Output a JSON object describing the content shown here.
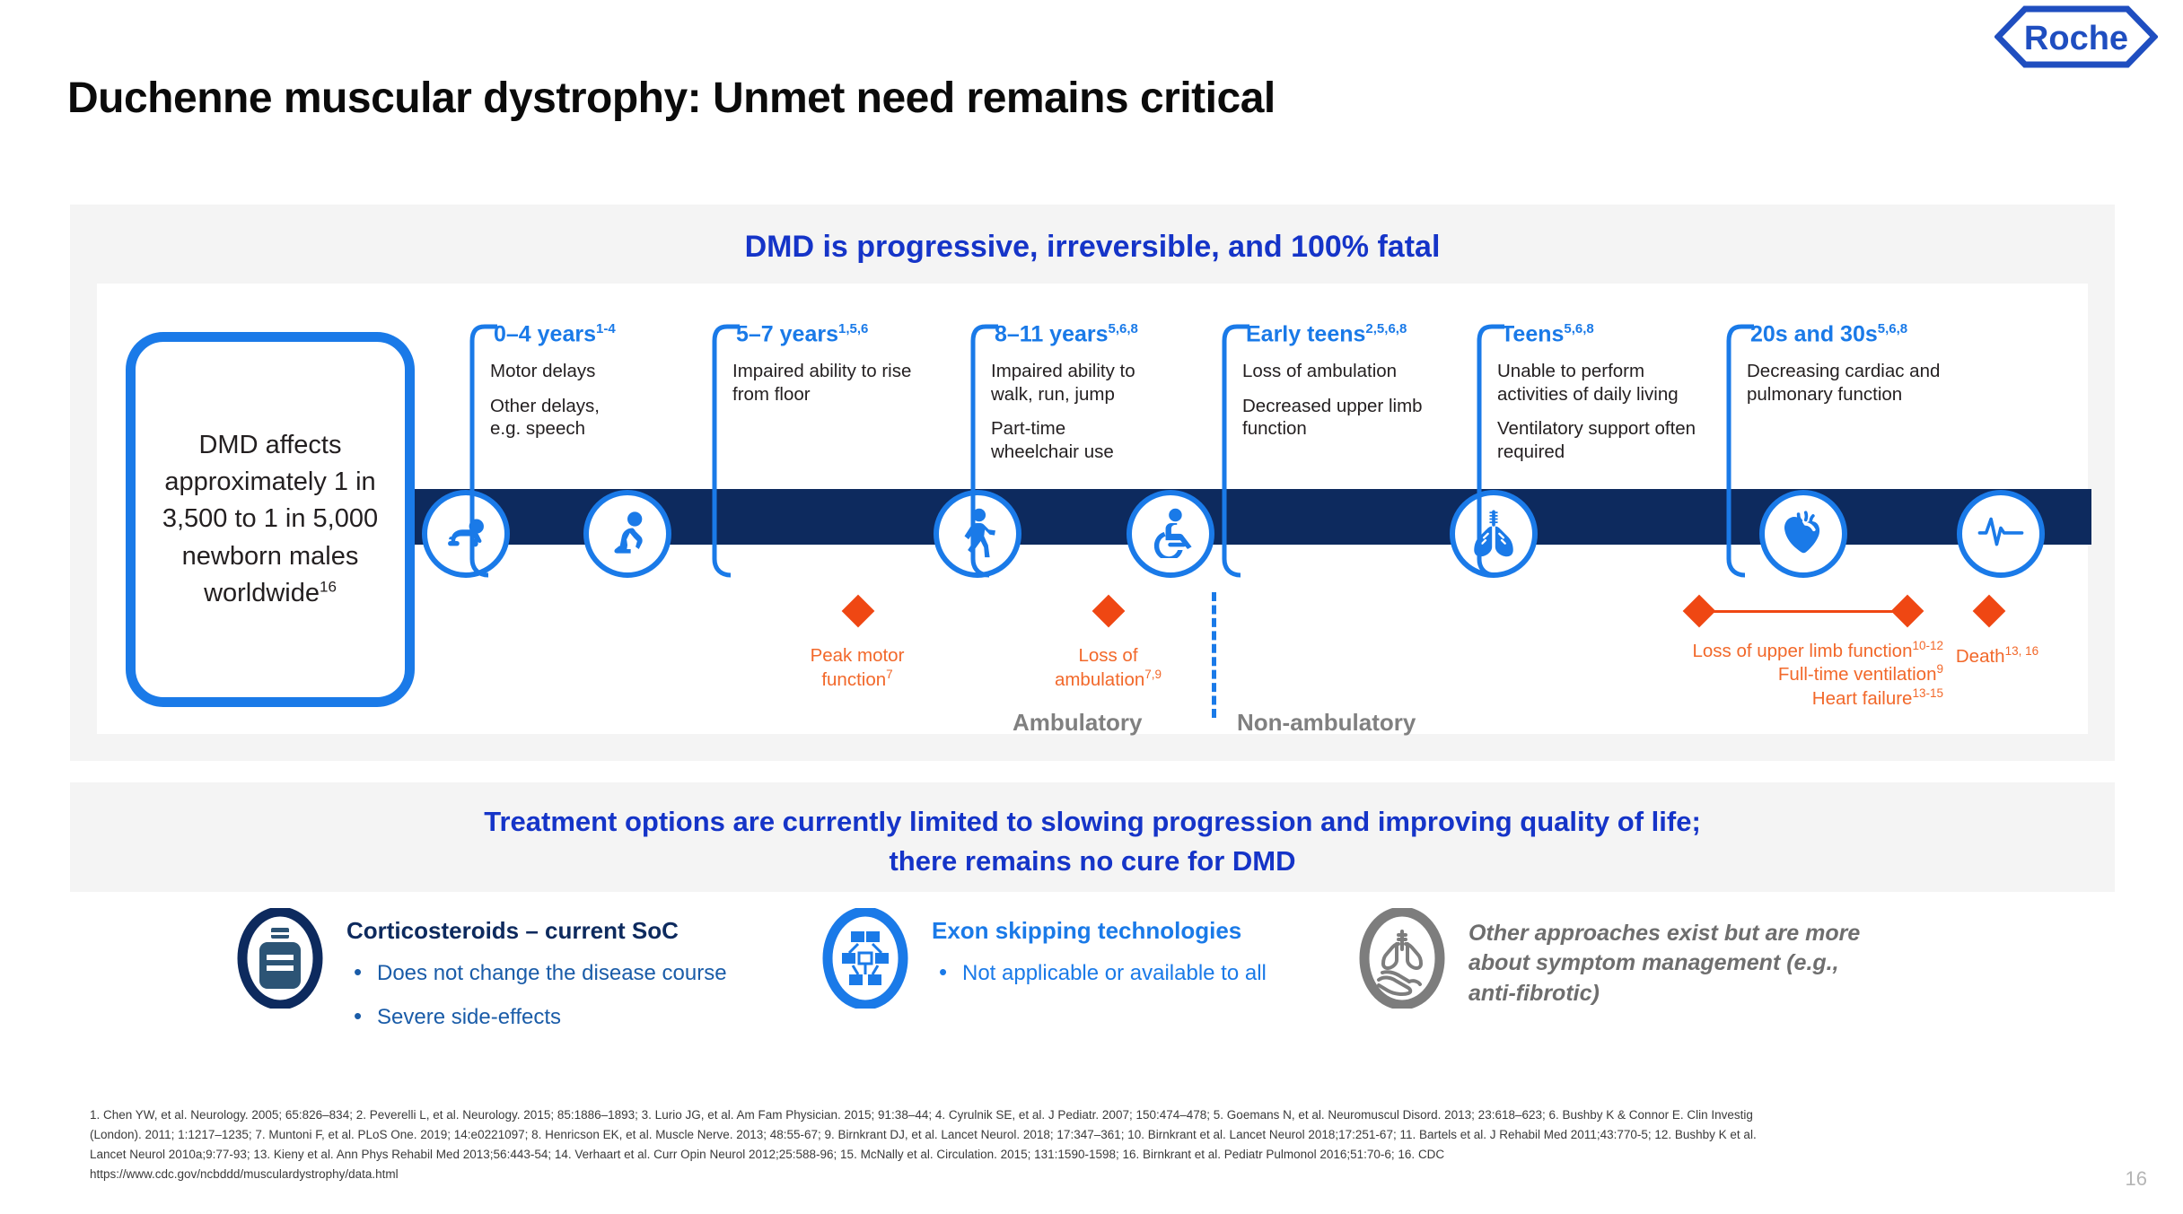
{
  "brand": {
    "logo_text": "Roche",
    "logo_color": "#1f4ec0",
    "accent_blue": "#1a7ae8",
    "heading_blue": "#1534c8",
    "rail_navy": "#0d2a5e",
    "marker_orange": "#ef4713",
    "label_orange": "#f2682a",
    "grey": "#6e6e6e"
  },
  "title": "Duchenne muscular dystrophy: Unmet need remains critical",
  "page_number": "16",
  "progression": {
    "heading": "DMD is progressive, irreversible, and 100% fatal",
    "prevalence": {
      "text": "DMD affects approximately 1 in 3,500 to 1 in 5,000 newborn males worldwide",
      "superscript": "16"
    },
    "stages": [
      {
        "label": "0–4 years",
        "refs": "1-4",
        "icon": "crawling-baby-icon",
        "bullets": [
          "Motor delays",
          "Other delays,\ne.g. speech"
        ]
      },
      {
        "label": "5–7 years",
        "refs": "1,5,6",
        "icon": "kneeling-child-icon",
        "bullets": [
          "Impaired ability to rise from floor"
        ]
      },
      {
        "label": "8–11 years",
        "refs": "5,6,8",
        "icon": "walking-person-icon",
        "bullets": [
          "Impaired ability to walk, run, jump",
          "Part-time wheelchair use"
        ]
      },
      {
        "label": "Early teens",
        "refs": "2,5,6,8",
        "icon": "wheelchair-icon",
        "bullets": [
          "Loss of ambulation",
          "Decreased upper limb function"
        ]
      },
      {
        "label": "Teens",
        "refs": "5,6,8",
        "icon": "lungs-icon",
        "bullets": [
          "Unable to perform activities of daily living",
          "Ventilatory support often required"
        ]
      },
      {
        "label": "20s and 30s",
        "refs": "5,6,8",
        "icon": "heart-icon",
        "bullets": [
          "Decreasing cardiac and pulmonary function"
        ]
      },
      {
        "label": "",
        "refs": "",
        "icon": "ecg-flatline-icon",
        "bullets": []
      }
    ],
    "events": [
      {
        "text": "Peak motor function",
        "refs": "7"
      },
      {
        "text": "Loss of ambulation",
        "refs": "7,9"
      },
      {
        "text": "Loss of upper limb function",
        "refs": "10-12"
      },
      {
        "text": "Full-time ventilation",
        "refs": "9"
      },
      {
        "text": "Heart failure",
        "refs": "13-15"
      },
      {
        "text": "Death",
        "refs": "13, 16"
      }
    ],
    "phases": {
      "ambulatory": "Ambulatory",
      "non_ambulatory": "Non-ambulatory"
    }
  },
  "treatment": {
    "heading_line1": "Treatment options are currently limited to slowing progression and improving quality of life;",
    "heading_line2": "there remains no cure for DMD",
    "options": [
      {
        "title": "Corticosteroids – current SoC",
        "icon": "medicine-bottle-icon",
        "bullets": [
          "Does not change the disease course",
          "Severe side-effects"
        ]
      },
      {
        "title": "Exon skipping technologies",
        "icon": "molecule-network-icon",
        "bullets": [
          "Not applicable or available to all"
        ]
      },
      {
        "title": "",
        "icon": "lungs-in-hand-icon",
        "statement": "Other approaches exist but are more about symptom management (e.g., anti-fibrotic)"
      }
    ]
  },
  "footnotes": [
    "1. Chen YW, et al. Neurology. 2005; 65:826–834; 2. Peverelli L, et al. Neurology. 2015; 85:1886–1893; 3. Lurio JG, et al. Am Fam Physician. 2015; 91:38–44; 4. Cyrulnik SE, et al. J Pediatr. 2007; 150:474–478; 5. Goemans N, et al. Neuromuscul Disord. 2013; 23:618–623; 6. Bushby K & Connor E. Clin Investig",
    "(London). 2011; 1:1217–1235; 7. Muntoni F, et al. PLoS One. 2019; 14:e0221097; 8. Henricson EK, et al. Muscle Nerve. 2013; 48:55-67; 9. Birnkrant DJ, et al. Lancet Neurol. 2018; 17:347–361; 10. Birnkrant et al. Lancet Neurol 2018;17:251-67; 11. Bartels et al. J Rehabil Med 2011;43:770-5; 12. Bushby K et al.",
    "Lancet Neurol 2010a;9:77-93; 13. Kieny et al. Ann Phys Rehabil Med 2013;56:443-54; 14. Verhaart et al. Curr Opin Neurol 2012;25:588-96; 15. McNally et al. Circulation. 2015; 131:1590-1598; 16. Birnkrant et al. Pediatr Pulmonol 2016;51:70-6; 16. CDC",
    "https://www.cdc.gov/ncbddd/musculardystrophy/data.html"
  ]
}
